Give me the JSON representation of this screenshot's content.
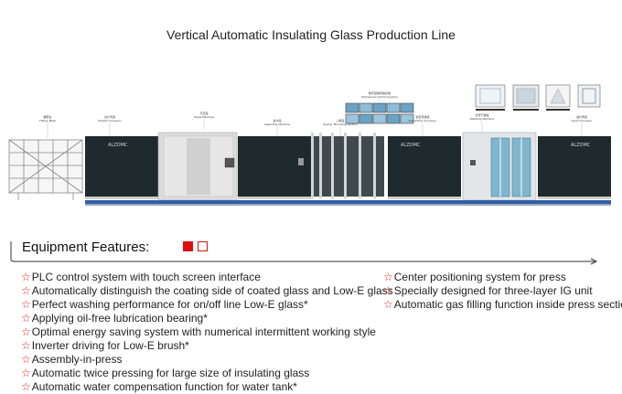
{
  "title": "Vertical Automatic Insulating Glass Production Line",
  "machine_labels": {
    "tilting_table": [
      "翻转台",
      "Tilting Table"
    ],
    "output_conveyor": [
      "出片传送",
      "Output Conveyor"
    ],
    "press_machine": [
      "平压段",
      "Press Machine"
    ],
    "assembly_machine": [
      "合片段",
      "Assembly Machine"
    ],
    "numerical_control": [
      "数字控制间歇系统",
      "Numerical Control System"
    ],
    "spacer_mounting": [
      "上框段",
      "Spacer Mounting Section"
    ],
    "inspecting_conveyor": [
      "检查传送段",
      "Inspecting Conveyor"
    ],
    "washing_machine": [
      "清洗干燥段",
      "Washing Machine"
    ],
    "input_conveyor": [
      "进片传送",
      "Input Conveyor"
    ]
  },
  "brand": "ALZOMC",
  "equipment": {
    "heading": "Equipment Features:",
    "left": [
      "PLC control system with touch screen interface",
      "Automatically distinguish the coating side of coated glass and Low-E glass",
      "Perfect washing performance for on/off line Low-E glass*",
      "Applying oil-free lubrication bearing*",
      "Optimal energy saving system with numerical intermittent working style",
      "Inverter driving for Low-E brush*",
      "Assembly-in-press",
      "Automatic twice pressing for large size of insulating glass",
      "Automatic water compensation function for water tank*"
    ],
    "right": [
      "Center positioning system for press",
      "Specially designed for three-layer IG unit",
      "Automatic gas filling function inside press section"
    ]
  },
  "colors": {
    "accent": "#e01010",
    "panel": "#1f2a2e",
    "frame": "#d9d9d9",
    "base": "#2f5fa8"
  }
}
